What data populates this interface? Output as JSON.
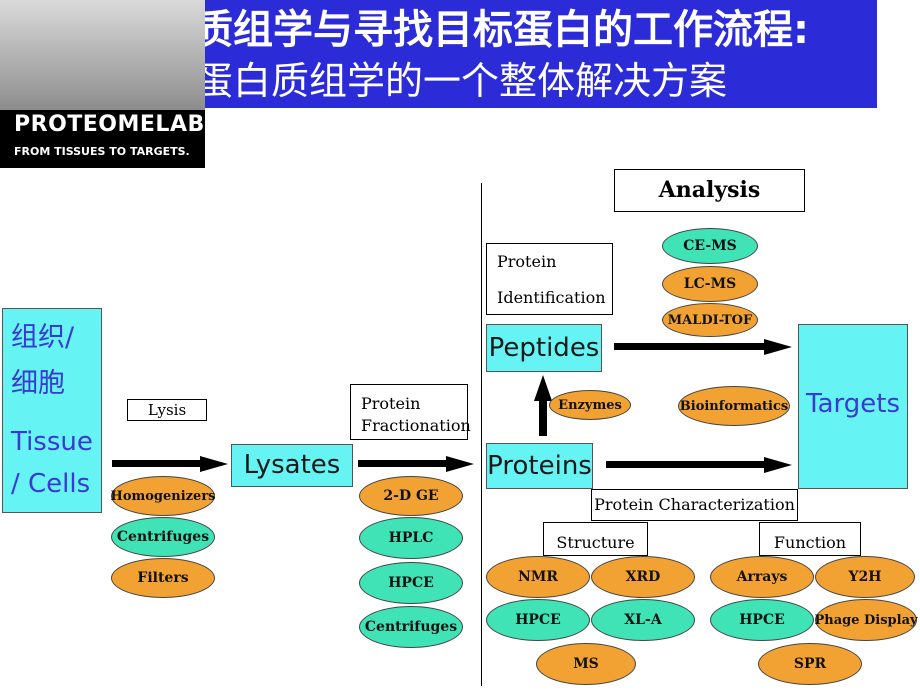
{
  "header": {
    "title_line1": "蛋白质组学与寻找目标蛋白的工作流程:",
    "title_line2": "蛋白质组学的一个整体解决方案"
  },
  "logo": {
    "name": "PROTEOMELAB",
    "tagline": "FROM TISSUES TO TARGETS."
  },
  "nodes": {
    "tissue_cn1": "组织/",
    "tissue_cn2": "细胞",
    "tissue_en1": "Tissue",
    "tissue_en2": "/ Cells",
    "lysates": "Lysates",
    "proteins": "Proteins",
    "peptides": "Peptides",
    "targets": "Targets"
  },
  "labels": {
    "lysis": "Lysis",
    "fractionation_1": "Protein",
    "fractionation_2": "Fractionation",
    "identification_1": "Protein",
    "identification_2": "Identification",
    "analysis": "Analysis",
    "characterization": "Protein Characterization",
    "structure": "Structure",
    "function": "Function"
  },
  "ellipses": {
    "homogenizers": "Homogenizers",
    "centrifuges1": "Centrifuges",
    "filters": "Filters",
    "twodge": "2-D GE",
    "hplc": "HPLC",
    "hpce1": "HPCE",
    "centrifuges2": "Centrifuges",
    "enzymes": "Enzymes",
    "cems": "CE-MS",
    "lcms": "LC-MS",
    "maldi": "MALDI-TOF",
    "bioinformatics": "Bioinformatics",
    "nmr": "NMR",
    "xrd": "XRD",
    "hpce2": "HPCE",
    "xla": "XL-A",
    "ms": "MS",
    "arrays": "Arrays",
    "y2h": "Y2H",
    "hpce3": "HPCE",
    "phage": "Phage Display",
    "spr": "SPR"
  },
  "colors": {
    "orange": "#f2a233",
    "teal": "#3fe3b6",
    "cyan": "#66f3f3",
    "title_blue": "#2b2bd8"
  }
}
